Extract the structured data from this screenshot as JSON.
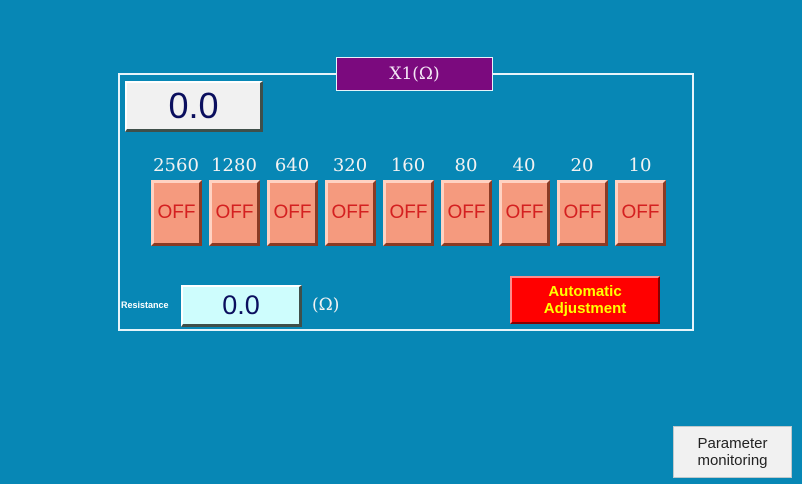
{
  "group": {
    "title": "X1(Ω)"
  },
  "value_display": "0.0",
  "bits": [
    {
      "weight": "2560",
      "state": "OFF"
    },
    {
      "weight": "1280",
      "state": "OFF"
    },
    {
      "weight": "640",
      "state": "OFF"
    },
    {
      "weight": "320",
      "state": "OFF"
    },
    {
      "weight": "160",
      "state": "OFF"
    },
    {
      "weight": "80",
      "state": "OFF"
    },
    {
      "weight": "40",
      "state": "OFF"
    },
    {
      "weight": "20",
      "state": "OFF"
    },
    {
      "weight": "10",
      "state": "OFF"
    }
  ],
  "resistance": {
    "label": "Resistance",
    "value": "0.0",
    "unit": "(Ω)"
  },
  "auto_adjust_label": "Automatic\nAdjustment",
  "parameter_monitoring_label": "Parameter\nmonitoring",
  "colors": {
    "background": "#0787b5",
    "title_bar": "#7b0a7e",
    "bit_button": "#f59a7e",
    "bit_text": "#d42020",
    "auto_button": "#ff0000",
    "auto_text": "#ffff00",
    "resistance_display": "#cefdfd"
  }
}
